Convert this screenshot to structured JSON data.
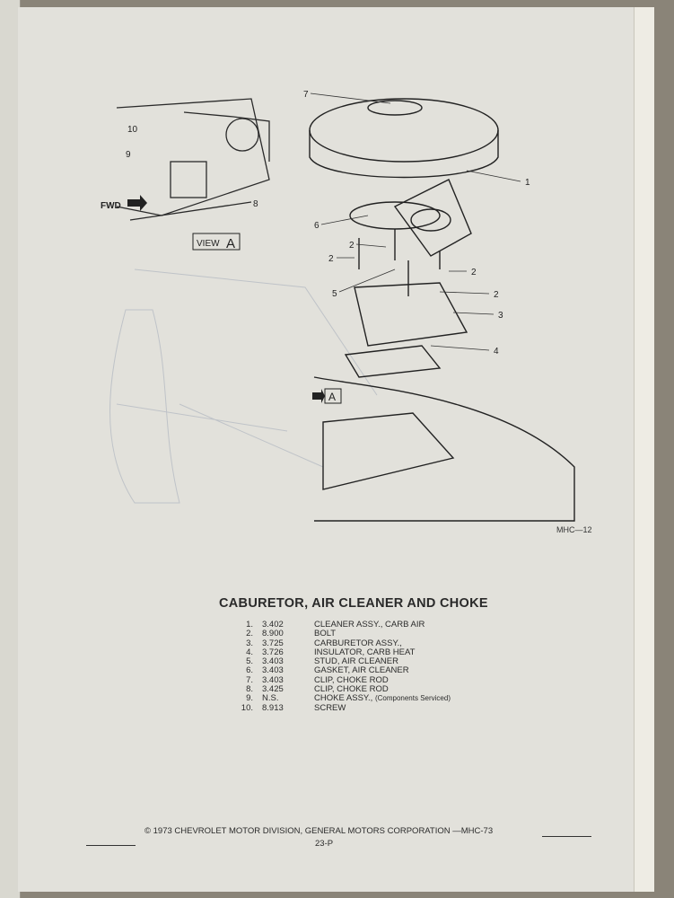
{
  "diagram": {
    "callouts": [
      "1",
      "2",
      "2",
      "2",
      "2",
      "3",
      "4",
      "5",
      "6",
      "7"
    ],
    "view_callouts": [
      "8",
      "9",
      "10"
    ],
    "fwd_label": "FWD",
    "view_label": "VIEW",
    "view_letter": "A",
    "view_marker": "A",
    "figure_ref": "MHC—12"
  },
  "section_title": "CABURETOR, AIR CLEANER AND CHOKE",
  "parts": [
    {
      "num": "1.",
      "code": "3.402",
      "desc": "CLEANER ASSY., CARB AIR",
      "note": ""
    },
    {
      "num": "2.",
      "code": "8.900",
      "desc": "BOLT",
      "note": ""
    },
    {
      "num": "3.",
      "code": "3.725",
      "desc": "CARBURETOR ASSY.,",
      "note": ""
    },
    {
      "num": "4.",
      "code": "3.726",
      "desc": "INSULATOR, CARB HEAT",
      "note": ""
    },
    {
      "num": "5.",
      "code": "3.403",
      "desc": "STUD, AIR CLEANER",
      "note": ""
    },
    {
      "num": "6.",
      "code": "3.403",
      "desc": "GASKET, AIR CLEANER",
      "note": ""
    },
    {
      "num": "7.",
      "code": "3.403",
      "desc": "CLIP, CHOKE ROD",
      "note": ""
    },
    {
      "num": "8.",
      "code": "3.425",
      "desc": "CLIP, CHOKE ROD",
      "note": ""
    },
    {
      "num": "9.",
      "code": "N.S.",
      "desc": "CHOKE ASSY.,",
      "note": "(Components Serviced)"
    },
    {
      "num": "10.",
      "code": "8.913",
      "desc": "SCREW",
      "note": ""
    }
  ],
  "footer": {
    "copyright": "© 1973 CHEVROLET MOTOR DIVISION, GENERAL MOTORS CORPORATION —MHC-73",
    "page_number": "23-P"
  }
}
